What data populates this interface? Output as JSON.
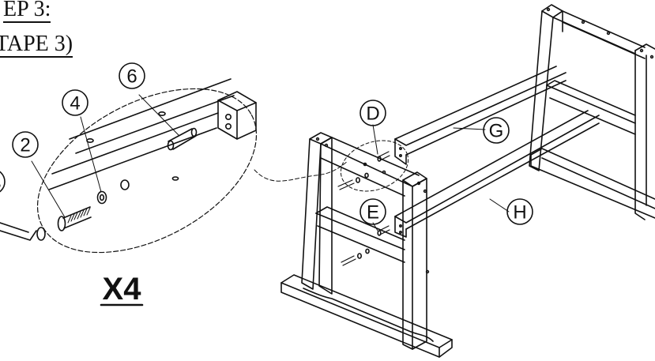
{
  "header": {
    "step_title": "EP 3:",
    "step_subtitle": "TAPE 3)"
  },
  "callouts": {
    "part_2": "2",
    "part_4": "4",
    "part_6": "6",
    "label_d": "D",
    "label_e": "E",
    "label_g": "G",
    "label_h": "H"
  },
  "quantity": "X4"
}
